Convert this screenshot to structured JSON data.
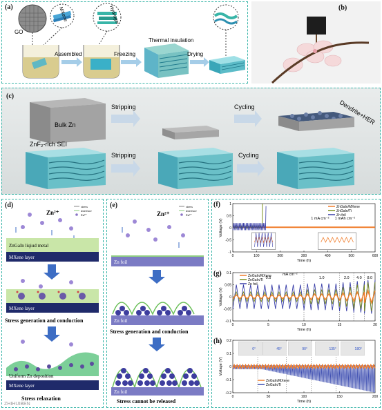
{
  "panel_a": {
    "label": "(a)",
    "go": "GO",
    "mxene": "MXene",
    "hydrogel": "Hydrogel",
    "assembled": "Assembled",
    "freezing": "Freezing",
    "thermal": "Thermal insulation",
    "drying": "Drying"
  },
  "panel_b": {
    "label": "(b)"
  },
  "panel_c": {
    "label": "(c)",
    "bulk": "Bulk Zn",
    "stripping1": "Stripping",
    "cycling1": "Cycling",
    "dendrite": "Dendrite+HER",
    "sei": "ZnF₂-rich SEI",
    "stripping2": "Stripping",
    "cycling2": "Cycling"
  },
  "panel_d": {
    "label": "(d)",
    "zn": "Zn²⁺",
    "legend": [
      "stress",
      "interface",
      "Zn²⁺"
    ],
    "liquid_metal": "ZnGaIn liqiud metal",
    "mxene1": "MXene layer",
    "mxene2": "MXene layer",
    "caption1": "Stress generation and conduction",
    "uniform": "Uniform Zn deposition",
    "mxene3": "MXene layer",
    "caption2": "Stress relaxation"
  },
  "panel_e": {
    "label": "(e)",
    "zn": "Zn²⁺",
    "legend": [
      "stress",
      "interface",
      "Zn²⁺"
    ],
    "foil1": "Zn foil",
    "foil2": "Zn foil",
    "caption1": "Stress generation and conduction",
    "foil3": "Zn foil",
    "caption2": "Stress cannot be released"
  },
  "panel_f": {
    "label": "(f)",
    "cond1": "1 mA cm⁻²",
    "cond2": "1 mAh cm⁻²"
  },
  "panel_g": {
    "label": "(g)",
    "rates_title": "mA cm⁻²"
  },
  "panel_h": {
    "label": "(h)",
    "angles": [
      "0°",
      "45°",
      "90°",
      "135°",
      "180°"
    ]
  },
  "watermark": "ZHIHUIBEN",
  "chart_data": [
    {
      "id": "f",
      "type": "line",
      "xlabel": "Time (h)",
      "ylabel": "Voltage (V)",
      "xlim": [
        0,
        600
      ],
      "ylim": [
        -1.0,
        1.0
      ],
      "xticks": [
        0,
        100,
        200,
        300,
        400,
        500,
        600
      ],
      "yticks": [
        -1.0,
        -0.5,
        0.0,
        0.5,
        1.0
      ],
      "series": [
        {
          "name": "ZnGaIn/MXene",
          "color": "#f07c2a",
          "x": [
            0,
            600
          ],
          "y": [
            0.02,
            0.02
          ]
        },
        {
          "name": "ZnGaIn/Ti",
          "color": "#7a8f1e",
          "x": [
            0,
            125,
            125
          ],
          "y": [
            0.03,
            0.05,
            1.0
          ]
        },
        {
          "name": "Zn foil",
          "color": "#3a3fa8",
          "x": [
            0,
            140,
            140
          ],
          "y": [
            0.05,
            0.08,
            0.9
          ]
        }
      ]
    },
    {
      "id": "g",
      "type": "line",
      "xlabel": "Time (h)",
      "ylabel": "Voltage (V)",
      "xlim": [
        0,
        20
      ],
      "ylim": [
        -0.1,
        0.1
      ],
      "xticks": [
        0,
        5,
        10,
        15,
        20
      ],
      "yticks": [
        -0.1,
        -0.05,
        0.0,
        0.05,
        0.1
      ],
      "rates": [
        "0.5",
        "1.0",
        "2.0",
        "4.0",
        "8.0"
      ],
      "rate_boundaries": [
        10,
        15,
        17,
        18.5
      ],
      "series": [
        {
          "name": "ZnGaIn/MXene",
          "color": "#f07c2a",
          "amplitude": [
            0.008,
            0.012,
            0.016,
            0.02,
            0.025
          ]
        },
        {
          "name": "ZnGaIn/Ti",
          "color": "#7a8f1e",
          "amplitude": [
            0.02,
            0.03,
            0.04,
            0.05,
            0.06
          ]
        },
        {
          "name": "Zn foil",
          "color": "#3a3fa8",
          "amplitude": [
            0.05,
            0.055,
            0.06,
            0.065,
            0.07
          ]
        }
      ]
    },
    {
      "id": "h",
      "type": "line",
      "xlabel": "Time (h)",
      "ylabel": "Voltage (V)",
      "xlim": [
        0,
        200
      ],
      "ylim": [
        -0.2,
        0.2
      ],
      "xticks": [
        0,
        50,
        100,
        150,
        200
      ],
      "yticks": [
        -0.2,
        -0.1,
        0.0,
        0.1,
        0.2
      ],
      "bend_boundaries": [
        35,
        75,
        110,
        145
      ],
      "series": [
        {
          "name": "ZnGaIn/MXene",
          "color": "#f07c2a",
          "amplitude": 0.012
        },
        {
          "name": "ZnGaIn/Ti",
          "color": "#3a4bb0",
          "amplitude_range": [
            0.02,
            0.2
          ]
        }
      ]
    }
  ]
}
